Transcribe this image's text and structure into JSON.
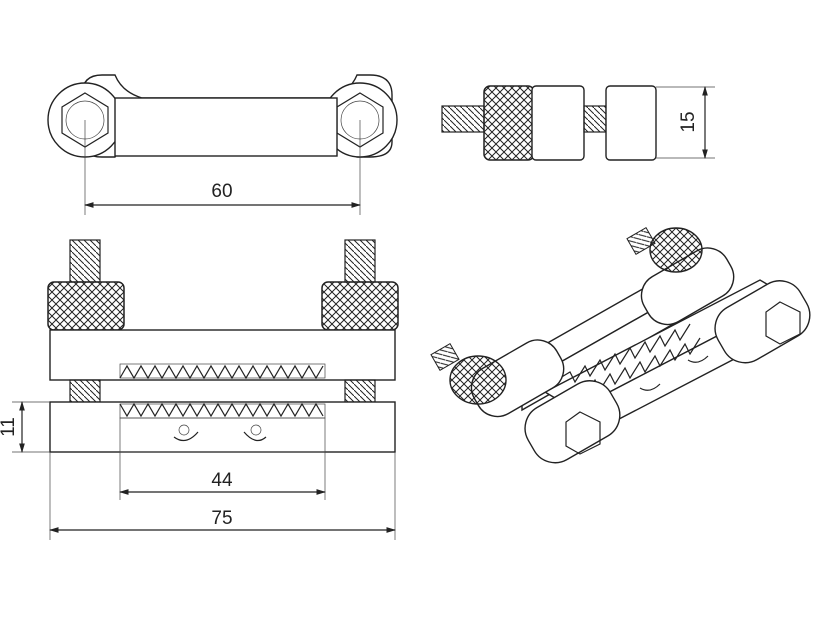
{
  "dimensions": {
    "hole_spacing": "60",
    "height_side": "15",
    "thickness": "11",
    "jaw_length": "44",
    "overall_length": "75"
  },
  "colors": {
    "line": "#222222",
    "background": "#ffffff"
  }
}
